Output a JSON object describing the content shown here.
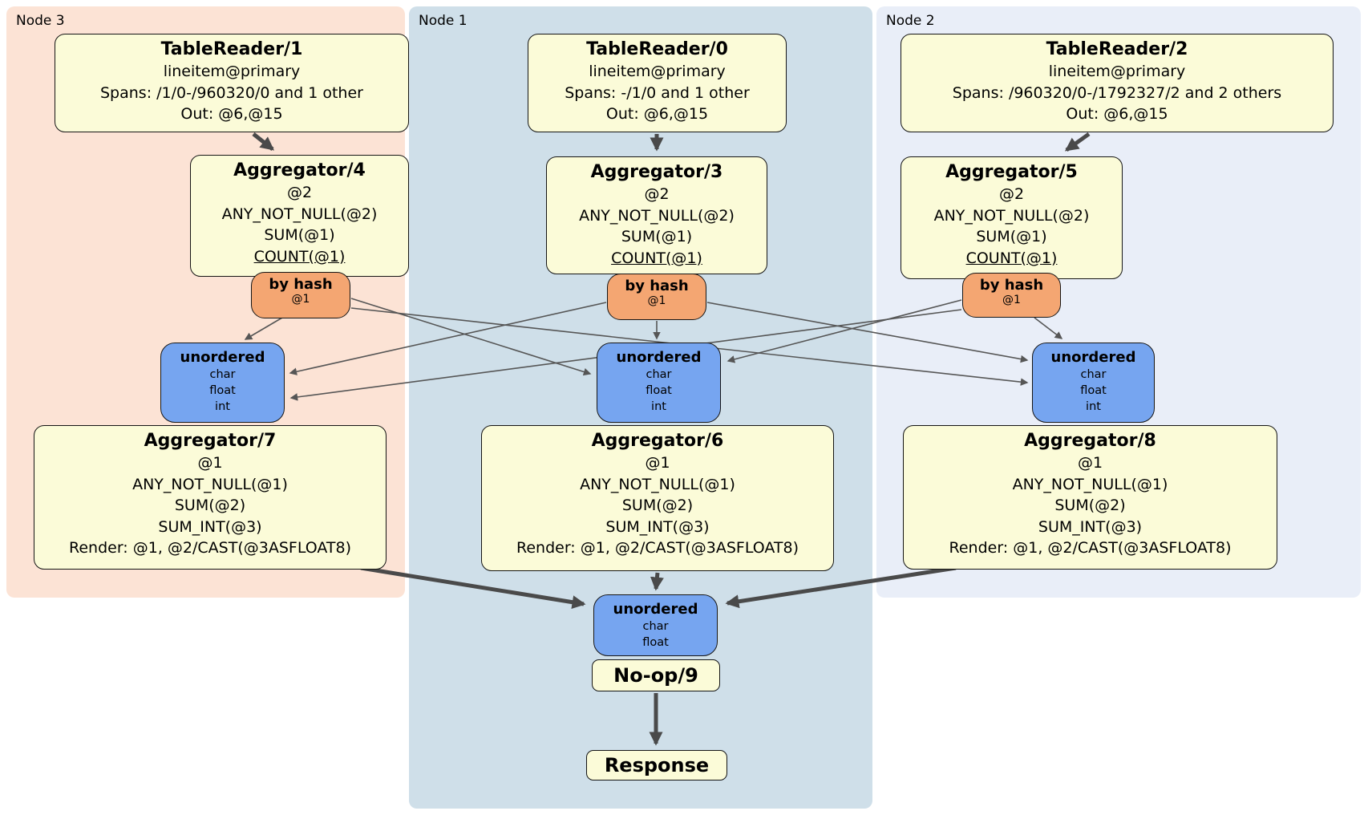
{
  "panels": [
    {
      "label": "Node 3"
    },
    {
      "label": "Node 1"
    },
    {
      "label": "Node 2"
    }
  ],
  "boxes": {
    "tr1": {
      "title": "TableReader/1",
      "lines": [
        "lineitem@primary",
        "Spans: /1/0-/960320/0 and 1 other",
        "Out: @6,@15"
      ]
    },
    "tr0": {
      "title": "TableReader/0",
      "lines": [
        "lineitem@primary",
        "Spans: -/1/0 and 1 other",
        "Out: @6,@15"
      ]
    },
    "tr2": {
      "title": "TableReader/2",
      "lines": [
        "lineitem@primary",
        "Spans: /960320/0-/1792327/2 and 2 others",
        "Out: @6,@15"
      ]
    },
    "agg4": {
      "title": "Aggregator/4",
      "lines": [
        "@2",
        "ANY_NOT_NULL(@2)",
        "SUM(@1)",
        "COUNT(@1)"
      ]
    },
    "agg3": {
      "title": "Aggregator/3",
      "lines": [
        "@2",
        "ANY_NOT_NULL(@2)",
        "SUM(@1)",
        "COUNT(@1)"
      ]
    },
    "agg5": {
      "title": "Aggregator/5",
      "lines": [
        "@2",
        "ANY_NOT_NULL(@2)",
        "SUM(@1)",
        "COUNT(@1)"
      ]
    },
    "router3": {
      "title": "by hash",
      "sub": "@1"
    },
    "router1": {
      "title": "by hash",
      "sub": "@1"
    },
    "router2": {
      "title": "by hash",
      "sub": "@1"
    },
    "sync3": {
      "title": "unordered",
      "lines": [
        "char",
        "float",
        "int"
      ]
    },
    "sync1": {
      "title": "unordered",
      "lines": [
        "char",
        "float",
        "int"
      ]
    },
    "sync2": {
      "title": "unordered",
      "lines": [
        "char",
        "float",
        "int"
      ]
    },
    "agg7": {
      "title": "Aggregator/7",
      "lines": [
        "@1",
        "ANY_NOT_NULL(@1)",
        "SUM(@2)",
        "SUM_INT(@3)",
        "Render: @1, @2/CAST(@3ASFLOAT8)"
      ]
    },
    "agg6": {
      "title": "Aggregator/6",
      "lines": [
        "@1",
        "ANY_NOT_NULL(@1)",
        "SUM(@2)",
        "SUM_INT(@3)",
        "Render: @1, @2/CAST(@3ASFLOAT8)"
      ]
    },
    "agg8": {
      "title": "Aggregator/8",
      "lines": [
        "@1",
        "ANY_NOT_NULL(@1)",
        "SUM(@2)",
        "SUM_INT(@3)",
        "Render: @1, @2/CAST(@3ASFLOAT8)"
      ]
    },
    "syncFinal": {
      "title": "unordered",
      "lines": [
        "char",
        "float"
      ]
    },
    "noop": {
      "title": "No-op/9"
    },
    "response": {
      "title": "Response"
    }
  },
  "colors": {
    "box_fill": "#fbfbd8",
    "router_fill": "#f4a672",
    "sync_fill": "#76a5f0",
    "panel_node3": "#fce3d5",
    "panel_node1": "#cfdfe9",
    "panel_node2": "#e9eef8",
    "edge_thin": "#565656",
    "edge_thick": "#4a4a4a"
  }
}
